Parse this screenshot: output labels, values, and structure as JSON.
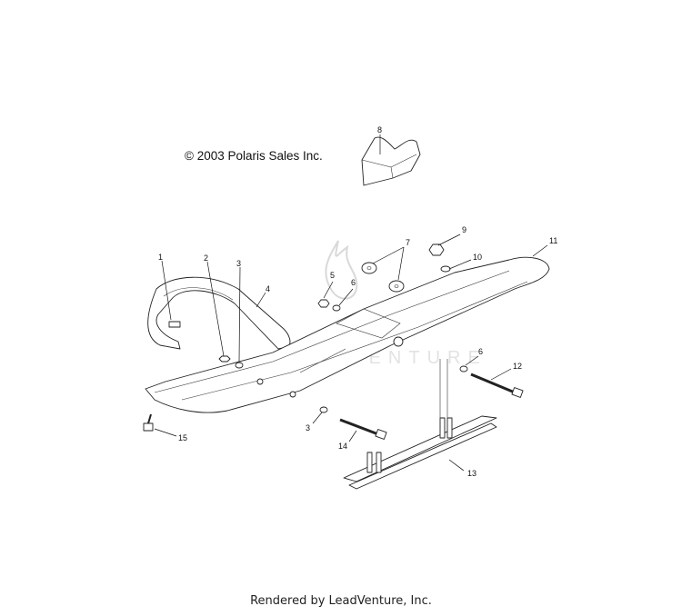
{
  "copyright": "© 2003 Polaris Sales Inc.",
  "footer": "Rendered by LeadVenture, Inc.",
  "watermark": "LEADVENTURE",
  "callouts": [
    "1",
    "2",
    "3",
    "4",
    "5",
    "6",
    "7",
    "8",
    "9",
    "10",
    "11",
    "12",
    "3",
    "14",
    "13",
    "6",
    "15"
  ]
}
